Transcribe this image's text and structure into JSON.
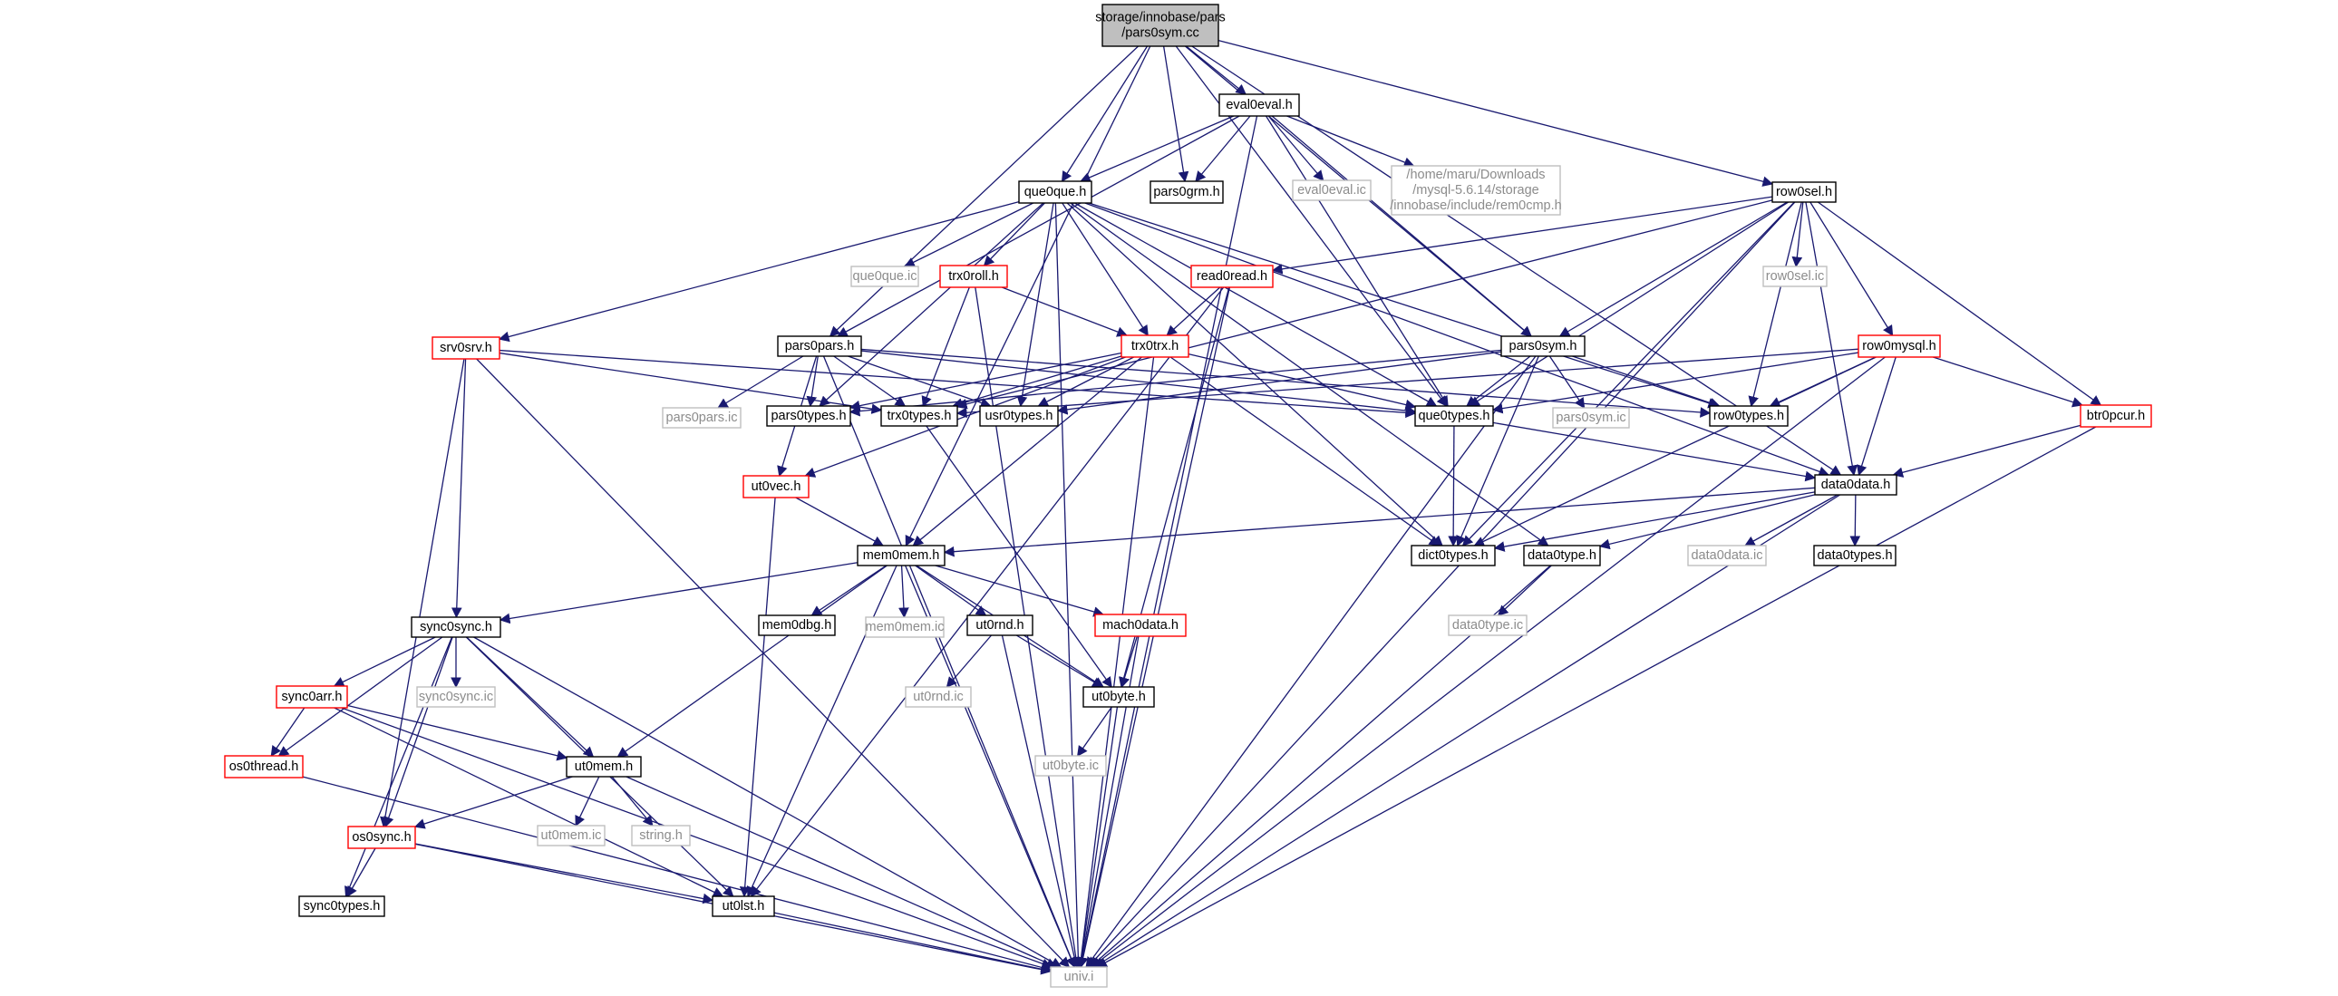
{
  "colors": {
    "edge": "#191970",
    "border_normal": "#000000",
    "border_incomplete": "#ff0000",
    "border_external": "#bfbfbf",
    "root_fill": "#bfbfbf",
    "external_text": "#8c8c8c"
  },
  "nodes": [
    {
      "id": "root",
      "lines": [
        "storage/innobase/pars",
        "/pars0sym.cc"
      ],
      "style": "root"
    },
    {
      "id": "eval0eval_h",
      "lines": [
        "eval0eval.h"
      ],
      "style": "black"
    },
    {
      "id": "que0que_h",
      "lines": [
        "que0que.h"
      ],
      "style": "black"
    },
    {
      "id": "pars0grm_h",
      "lines": [
        "pars0grm.h"
      ],
      "style": "black"
    },
    {
      "id": "eval0eval_ic",
      "lines": [
        "eval0eval.ic"
      ],
      "style": "gray"
    },
    {
      "id": "rem0cmp_h",
      "lines": [
        "/home/maru/Downloads",
        "/mysql-5.6.14/storage",
        "/innobase/include/rem0cmp.h"
      ],
      "style": "gray"
    },
    {
      "id": "row0sel_h",
      "lines": [
        "row0sel.h"
      ],
      "style": "black"
    },
    {
      "id": "que0que_ic",
      "lines": [
        "que0que.ic"
      ],
      "style": "gray"
    },
    {
      "id": "trx0roll_h",
      "lines": [
        "trx0roll.h"
      ],
      "style": "red"
    },
    {
      "id": "read0read_h",
      "lines": [
        "read0read.h"
      ],
      "style": "red"
    },
    {
      "id": "row0sel_ic",
      "lines": [
        "row0sel.ic"
      ],
      "style": "gray"
    },
    {
      "id": "srv0srv_h",
      "lines": [
        "srv0srv.h"
      ],
      "style": "red"
    },
    {
      "id": "pars0pars_h",
      "lines": [
        "pars0pars.h"
      ],
      "style": "black"
    },
    {
      "id": "trx0trx_h",
      "lines": [
        "trx0trx.h"
      ],
      "style": "red"
    },
    {
      "id": "pars0sym_h",
      "lines": [
        "pars0sym.h"
      ],
      "style": "black"
    },
    {
      "id": "row0mysql_h",
      "lines": [
        "row0mysql.h"
      ],
      "style": "red"
    },
    {
      "id": "pars0pars_ic",
      "lines": [
        "pars0pars.ic"
      ],
      "style": "gray"
    },
    {
      "id": "pars0types_h",
      "lines": [
        "pars0types.h"
      ],
      "style": "black"
    },
    {
      "id": "trx0types_h",
      "lines": [
        "trx0types.h"
      ],
      "style": "black"
    },
    {
      "id": "usr0types_h",
      "lines": [
        "usr0types.h"
      ],
      "style": "black"
    },
    {
      "id": "que0types_h",
      "lines": [
        "que0types.h"
      ],
      "style": "black"
    },
    {
      "id": "pars0sym_ic",
      "lines": [
        "pars0sym.ic"
      ],
      "style": "gray"
    },
    {
      "id": "row0types_h",
      "lines": [
        "row0types.h"
      ],
      "style": "black"
    },
    {
      "id": "btr0pcur_h",
      "lines": [
        "btr0pcur.h"
      ],
      "style": "red"
    },
    {
      "id": "ut0vec_h",
      "lines": [
        "ut0vec.h"
      ],
      "style": "red"
    },
    {
      "id": "data0data_h",
      "lines": [
        "data0data.h"
      ],
      "style": "black"
    },
    {
      "id": "mem0mem_h",
      "lines": [
        "mem0mem.h"
      ],
      "style": "black"
    },
    {
      "id": "dict0types_h",
      "lines": [
        "dict0types.h"
      ],
      "style": "black"
    },
    {
      "id": "data0type_h",
      "lines": [
        "data0type.h"
      ],
      "style": "black"
    },
    {
      "id": "data0data_ic",
      "lines": [
        "data0data.ic"
      ],
      "style": "gray"
    },
    {
      "id": "data0types_h",
      "lines": [
        "data0types.h"
      ],
      "style": "black"
    },
    {
      "id": "sync0sync_h",
      "lines": [
        "sync0sync.h"
      ],
      "style": "black"
    },
    {
      "id": "mem0dbg_h",
      "lines": [
        "mem0dbg.h"
      ],
      "style": "black"
    },
    {
      "id": "mem0mem_ic",
      "lines": [
        "mem0mem.ic"
      ],
      "style": "gray"
    },
    {
      "id": "ut0rnd_h",
      "lines": [
        "ut0rnd.h"
      ],
      "style": "black"
    },
    {
      "id": "mach0data_h",
      "lines": [
        "mach0data.h"
      ],
      "style": "red"
    },
    {
      "id": "data0type_ic",
      "lines": [
        "data0type.ic"
      ],
      "style": "gray"
    },
    {
      "id": "sync0arr_h",
      "lines": [
        "sync0arr.h"
      ],
      "style": "red"
    },
    {
      "id": "sync0sync_ic",
      "lines": [
        "sync0sync.ic"
      ],
      "style": "gray"
    },
    {
      "id": "ut0rnd_ic",
      "lines": [
        "ut0rnd.ic"
      ],
      "style": "gray"
    },
    {
      "id": "ut0byte_h",
      "lines": [
        "ut0byte.h"
      ],
      "style": "black"
    },
    {
      "id": "os0thread_h",
      "lines": [
        "os0thread.h"
      ],
      "style": "red"
    },
    {
      "id": "ut0mem_h",
      "lines": [
        "ut0mem.h"
      ],
      "style": "black"
    },
    {
      "id": "ut0byte_ic",
      "lines": [
        "ut0byte.ic"
      ],
      "style": "gray"
    },
    {
      "id": "ut0mem_ic",
      "lines": [
        "ut0mem.ic"
      ],
      "style": "gray"
    },
    {
      "id": "string_h",
      "lines": [
        "string.h"
      ],
      "style": "gray"
    },
    {
      "id": "os0sync_h",
      "lines": [
        "os0sync.h"
      ],
      "style": "red"
    },
    {
      "id": "sync0types_h",
      "lines": [
        "sync0types.h"
      ],
      "style": "black"
    },
    {
      "id": "ut0lst_h",
      "lines": [
        "ut0lst.h"
      ],
      "style": "black"
    },
    {
      "id": "univ_i",
      "lines": [
        "univ.i"
      ],
      "style": "gray"
    }
  ],
  "edges": [
    [
      "root",
      "eval0eval_h"
    ],
    [
      "root",
      "que0que_h"
    ],
    [
      "root",
      "pars0grm_h"
    ],
    [
      "root",
      "pars0pars_h"
    ],
    [
      "root",
      "pars0sym_h"
    ],
    [
      "root",
      "row0sel_h"
    ],
    [
      "root",
      "data0data_h"
    ],
    [
      "root",
      "mem0mem_h"
    ],
    [
      "root",
      "que0types_h"
    ],
    [
      "eval0eval_h",
      "que0que_h"
    ],
    [
      "eval0eval_h",
      "pars0grm_h"
    ],
    [
      "eval0eval_h",
      "eval0eval_ic"
    ],
    [
      "eval0eval_h",
      "rem0cmp_h"
    ],
    [
      "eval0eval_h",
      "pars0sym_h"
    ],
    [
      "eval0eval_h",
      "pars0pars_h"
    ],
    [
      "eval0eval_h",
      "que0types_h"
    ],
    [
      "eval0eval_h",
      "univ_i"
    ],
    [
      "que0que_h",
      "que0que_ic"
    ],
    [
      "que0que_h",
      "trx0roll_h"
    ],
    [
      "que0que_h",
      "srv0srv_h"
    ],
    [
      "que0que_h",
      "trx0trx_h"
    ],
    [
      "que0que_h",
      "pars0types_h"
    ],
    [
      "que0que_h",
      "usr0types_h"
    ],
    [
      "que0que_h",
      "que0types_h"
    ],
    [
      "que0que_h",
      "row0types_h"
    ],
    [
      "que0que_h",
      "data0data_h"
    ],
    [
      "que0que_h",
      "dict0types_h"
    ],
    [
      "que0que_h",
      "data0type_h"
    ],
    [
      "que0que_h",
      "univ_i"
    ],
    [
      "trx0roll_h",
      "trx0trx_h"
    ],
    [
      "trx0roll_h",
      "trx0types_h"
    ],
    [
      "trx0roll_h",
      "univ_i"
    ],
    [
      "row0sel_h",
      "read0read_h"
    ],
    [
      "row0sel_h",
      "row0sel_ic"
    ],
    [
      "row0sel_h",
      "row0mysql_h"
    ],
    [
      "row0sel_h",
      "btr0pcur_h"
    ],
    [
      "row0sel_h",
      "pars0sym_h"
    ],
    [
      "row0sel_h",
      "que0types_h"
    ],
    [
      "row0sel_h",
      "trx0types_h"
    ],
    [
      "row0sel_h",
      "row0types_h"
    ],
    [
      "row0sel_h",
      "data0data_h"
    ],
    [
      "row0sel_h",
      "dict0types_h"
    ],
    [
      "row0sel_h",
      "univ_i"
    ],
    [
      "read0read_h",
      "trx0trx_h"
    ],
    [
      "read0read_h",
      "ut0byte_h"
    ],
    [
      "read0read_h",
      "ut0lst_h"
    ],
    [
      "read0read_h",
      "univ_i"
    ],
    [
      "srv0srv_h",
      "sync0sync_h"
    ],
    [
      "srv0srv_h",
      "os0sync_h"
    ],
    [
      "srv0srv_h",
      "que0types_h"
    ],
    [
      "srv0srv_h",
      "trx0types_h"
    ],
    [
      "srv0srv_h",
      "univ_i"
    ],
    [
      "pars0pars_h",
      "pars0pars_ic"
    ],
    [
      "pars0pars_h",
      "pars0types_h"
    ],
    [
      "pars0pars_h",
      "trx0types_h"
    ],
    [
      "pars0pars_h",
      "usr0types_h"
    ],
    [
      "pars0pars_h",
      "que0types_h"
    ],
    [
      "pars0pars_h",
      "row0types_h"
    ],
    [
      "pars0pars_h",
      "ut0vec_h"
    ],
    [
      "pars0pars_h",
      "univ_i"
    ],
    [
      "trx0trx_h",
      "trx0types_h"
    ],
    [
      "trx0trx_h",
      "usr0types_h"
    ],
    [
      "trx0trx_h",
      "que0types_h"
    ],
    [
      "trx0trx_h",
      "pars0types_h"
    ],
    [
      "trx0trx_h",
      "ut0vec_h"
    ],
    [
      "trx0trx_h",
      "mem0mem_h"
    ],
    [
      "trx0trx_h",
      "dict0types_h"
    ],
    [
      "trx0trx_h",
      "univ_i"
    ],
    [
      "pars0sym_h",
      "que0types_h"
    ],
    [
      "pars0sym_h",
      "pars0sym_ic"
    ],
    [
      "pars0sym_h",
      "row0types_h"
    ],
    [
      "pars0sym_h",
      "pars0types_h"
    ],
    [
      "pars0sym_h",
      "usr0types_h"
    ],
    [
      "pars0sym_h",
      "dict0types_h"
    ],
    [
      "pars0sym_h",
      "univ_i"
    ],
    [
      "row0mysql_h",
      "que0types_h"
    ],
    [
      "row0mysql_h",
      "row0types_h"
    ],
    [
      "row0mysql_h",
      "btr0pcur_h"
    ],
    [
      "row0mysql_h",
      "data0data_h"
    ],
    [
      "row0mysql_h",
      "trx0types_h"
    ],
    [
      "row0mysql_h",
      "dict0types_h"
    ],
    [
      "row0mysql_h",
      "univ_i"
    ],
    [
      "que0types_h",
      "data0data_h"
    ],
    [
      "que0types_h",
      "dict0types_h"
    ],
    [
      "btr0pcur_h",
      "data0data_h"
    ],
    [
      "btr0pcur_h",
      "univ_i"
    ],
    [
      "trx0types_h",
      "ut0byte_h"
    ],
    [
      "ut0vec_h",
      "mem0mem_h"
    ],
    [
      "ut0vec_h",
      "ut0lst_h"
    ],
    [
      "data0data_h",
      "dict0types_h"
    ],
    [
      "data0data_h",
      "data0type_h"
    ],
    [
      "data0data_h",
      "data0data_ic"
    ],
    [
      "data0data_h",
      "data0types_h"
    ],
    [
      "data0data_h",
      "mem0mem_h"
    ],
    [
      "data0data_h",
      "univ_i"
    ],
    [
      "mem0mem_h",
      "sync0sync_h"
    ],
    [
      "mem0mem_h",
      "mem0dbg_h"
    ],
    [
      "mem0mem_h",
      "mem0mem_ic"
    ],
    [
      "mem0mem_h",
      "ut0rnd_h"
    ],
    [
      "mem0mem_h",
      "mach0data_h"
    ],
    [
      "mem0mem_h",
      "ut0byte_h"
    ],
    [
      "mem0mem_h",
      "ut0mem_h"
    ],
    [
      "mem0mem_h",
      "ut0lst_h"
    ],
    [
      "mem0mem_h",
      "univ_i"
    ],
    [
      "data0type_h",
      "data0type_ic"
    ],
    [
      "data0type_h",
      "univ_i"
    ],
    [
      "sync0sync_h",
      "sync0arr_h"
    ],
    [
      "sync0sync_h",
      "sync0sync_ic"
    ],
    [
      "sync0sync_h",
      "os0thread_h"
    ],
    [
      "sync0sync_h",
      "ut0mem_h"
    ],
    [
      "sync0sync_h",
      "os0sync_h"
    ],
    [
      "sync0sync_h",
      "sync0types_h"
    ],
    [
      "sync0sync_h",
      "ut0lst_h"
    ],
    [
      "sync0sync_h",
      "univ_i"
    ],
    [
      "mach0data_h",
      "ut0byte_h"
    ],
    [
      "mach0data_h",
      "univ_i"
    ],
    [
      "ut0rnd_h",
      "ut0rnd_ic"
    ],
    [
      "ut0rnd_h",
      "ut0byte_h"
    ],
    [
      "ut0rnd_h",
      "univ_i"
    ],
    [
      "sync0arr_h",
      "os0thread_h"
    ],
    [
      "sync0arr_h",
      "ut0mem_h"
    ],
    [
      "sync0arr_h",
      "ut0lst_h"
    ],
    [
      "sync0arr_h",
      "univ_i"
    ],
    [
      "ut0byte_h",
      "ut0byte_ic"
    ],
    [
      "ut0byte_h",
      "univ_i"
    ],
    [
      "os0thread_h",
      "univ_i"
    ],
    [
      "ut0mem_h",
      "ut0mem_ic"
    ],
    [
      "ut0mem_h",
      "string_h"
    ],
    [
      "ut0mem_h",
      "os0sync_h"
    ],
    [
      "ut0mem_h",
      "univ_i"
    ],
    [
      "os0sync_h",
      "sync0types_h"
    ],
    [
      "os0sync_h",
      "ut0lst_h"
    ],
    [
      "os0sync_h",
      "univ_i"
    ],
    [
      "ut0lst_h",
      "univ_i"
    ]
  ]
}
